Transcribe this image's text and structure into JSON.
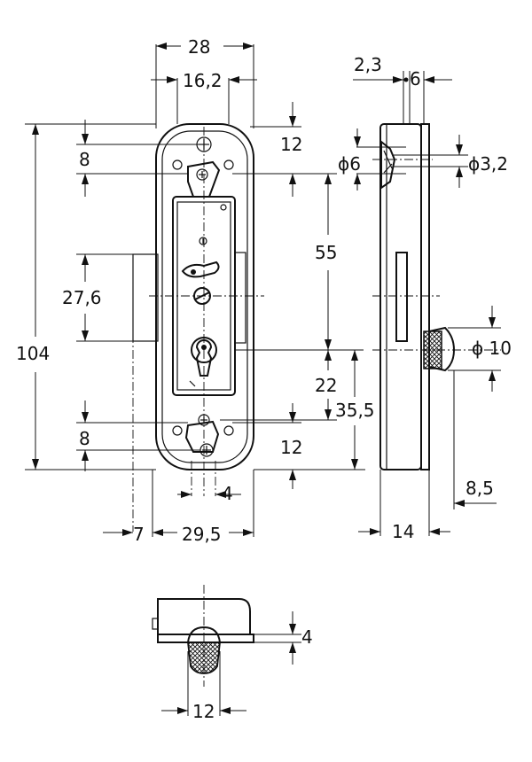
{
  "front_view": {
    "dims": {
      "width_28": "28",
      "width_16_2": "16,2",
      "top_8": "8",
      "top_12": "12",
      "height_104": "104",
      "height_27_6": "27,6",
      "spacing_55": "55",
      "spacing_22": "22",
      "spacing_35_5": "35,5",
      "bottom_8": "8",
      "bottom_12": "12",
      "slot_4": "4",
      "offset_7": "7",
      "width_29_5": "29,5"
    }
  },
  "side_view": {
    "dims": {
      "thk_2_3": "2,3",
      "thk_6": "6",
      "dia_6": "ϕ6",
      "dia_3_2": "ϕ3,2",
      "dia_10": "ϕ 10",
      "depth_8_5": "8,5",
      "depth_14": "14"
    }
  },
  "bottom_view": {
    "dims": {
      "height_4": "4",
      "width_12": "12"
    }
  }
}
